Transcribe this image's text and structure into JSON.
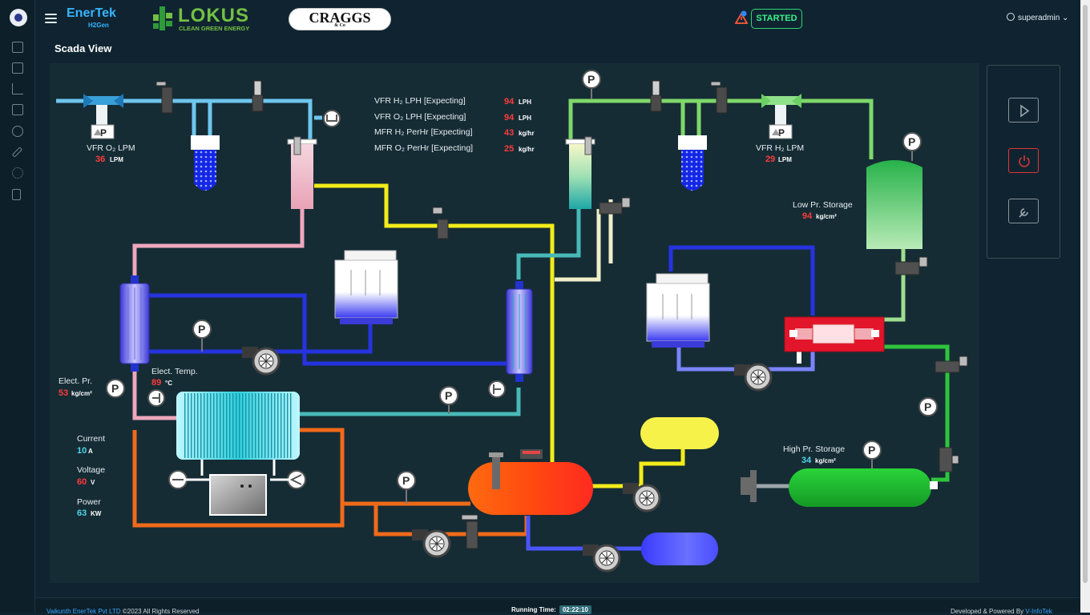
{
  "header": {
    "brand_main": "EnerTek",
    "brand_sub": "H2Gen",
    "lokus_title": "LOKUS",
    "lokus_sub": "CLEAN GREEN ENERGY",
    "craggs_title": "CRAGGS",
    "craggs_sub": "& Co",
    "status": "STARTED",
    "user": "superadmin"
  },
  "page": {
    "title": "Scada View"
  },
  "readings": {
    "vfr_o2_label": "VFR O₂ LPM",
    "vfr_o2_value": "36",
    "vfr_o2_unit": "LPM",
    "vfr_h2_label": "VFR H₂ LPM",
    "vfr_h2_value": "29",
    "vfr_h2_unit": "LPM",
    "exp_vfr_h2_label": "VFR H₂ LPH [Expecting]",
    "exp_vfr_h2_value": "94",
    "exp_vfr_h2_unit": "LPH",
    "exp_vfr_o2_label": "VFR O₂ LPH [Expecting]",
    "exp_vfr_o2_value": "94",
    "exp_vfr_o2_unit": "LPH",
    "exp_mfr_h2_label": "MFR H₂ PerHr [Expecting]",
    "exp_mfr_h2_value": "43",
    "exp_mfr_h2_unit": "kg/hr",
    "exp_mfr_o2_label": "MFR O₂ PerHr [Expecting]",
    "exp_mfr_o2_value": "25",
    "exp_mfr_o2_unit": "kg/hr",
    "low_pr_label": "Low Pr. Storage",
    "low_pr_value": "94",
    "low_pr_unit": "kg/cm²",
    "high_pr_label": "High Pr. Storage",
    "high_pr_value": "34",
    "high_pr_unit": "kg/cm²",
    "elect_pr_label": "Elect. Pr.",
    "elect_pr_value": "53",
    "elect_pr_unit": "kg/cm²",
    "elect_temp_label": "Elect. Temp.",
    "elect_temp_value": "89",
    "elect_temp_unit": "°C",
    "current_label": "Current",
    "current_value": "10",
    "current_unit": "A",
    "voltage_label": "Voltage",
    "voltage_value": "60",
    "voltage_unit": "V",
    "power_label": "Power",
    "power_value": "63",
    "power_unit": "KW"
  },
  "gauge_letter": "P",
  "footer": {
    "company": "Vaikunth EnerTek Pvt LTD",
    "rights": "©2023 All Rights Reserved",
    "running_label": "Running Time:",
    "running_value": "02:22:10",
    "powered_label": "Developed & Powered By",
    "powered_by": "V-InfoTek"
  },
  "icons": {
    "sidebar": [
      "dashboard-icon",
      "image-icon",
      "chart-icon",
      "grid-icon",
      "user-icon",
      "wrench-icon",
      "gear-icon",
      "document-icon"
    ],
    "controls": [
      "play-icon",
      "power-icon",
      "wrench-icon"
    ]
  },
  "colors": {
    "status_green": "#39f08a",
    "o2_line": "#6ec6ee",
    "h2_line": "#7fd86a",
    "yellow_line": "#f2ec1a",
    "blue_line": "#2633e0",
    "orange_line": "#f06a1a",
    "value_red": "#ff3b3b",
    "value_cyan": "#4ed6e8"
  }
}
